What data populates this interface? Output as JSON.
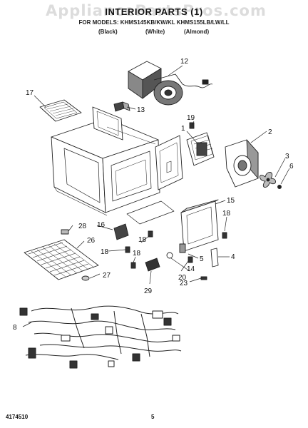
{
  "watermark": "AppliancePartsPros.com",
  "header": {
    "title": "INTERIOR PARTS (1)",
    "models": "FOR MODELS: KHMS145KB/KW/KL KHMS155LB/LW/LL",
    "colors": [
      "(Black)",
      "(White)",
      "(Almond)"
    ]
  },
  "callouts": [
    "1",
    "2",
    "3",
    "4",
    "5",
    "6",
    "8",
    "12",
    "13",
    "14",
    "15",
    "16",
    "17",
    "18",
    "18",
    "18",
    "18",
    "19",
    "20",
    "23",
    "26",
    "27",
    "28",
    "29"
  ],
  "footer": {
    "doc_number": "4174510",
    "page_number": "5"
  }
}
